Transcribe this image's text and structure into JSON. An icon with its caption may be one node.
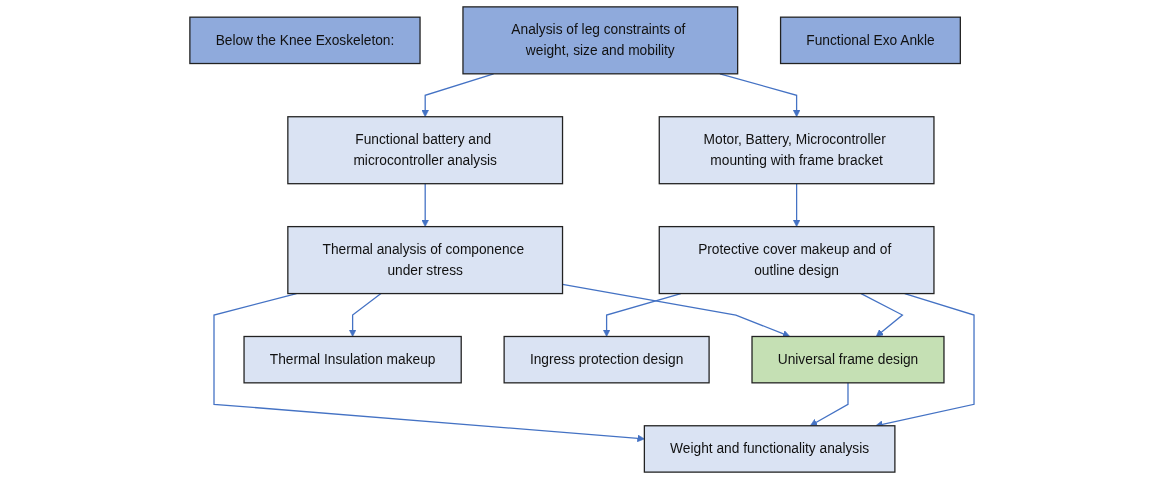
{
  "diagram": {
    "nodes": [
      {
        "text": [
          "Below the Knee Exoskeleton:"
        ]
      },
      {
        "text": [
          "Analysis of leg constraints of weight, size and mobility"
        ]
      },
      {
        "text": [
          "Functional battery and microcontroller analysis"
        ]
      },
      {
        "text": [
          "Motor, Battery, Microcontroller mounting with frame bracket"
        ]
      },
      {
        "text": [
          "Thermal analysis of componence under stress"
        ]
      },
      {
        "text": [
          "Universal frame design"
        ]
      },
      {
        "text": [
          "Protective cover makeup and of outline design"
        ]
      },
      {
        "text": [
          "Thermal Insulation makeup"
        ]
      },
      {
        "text": [
          "Weight and functionality analysis"
        ]
      },
      {
        "text": [
          "Ingress protection design"
        ]
      },
      {
        "text": [
          "Functional Exo Ankle"
        ]
      }
    ],
    "edges": [
      {
        "from": 1,
        "to": 2,
        "arrow": "to"
      },
      {
        "from": 1,
        "to": 3,
        "arrow": "to"
      },
      {
        "from": 2,
        "to": 4,
        "arrow": "to"
      },
      {
        "from": 3,
        "to": 6,
        "arrow": "to"
      },
      {
        "from": 4,
        "to": 5,
        "arrow": "to"
      },
      {
        "from": 6,
        "to": 5,
        "arrow": "to"
      },
      {
        "from": 4,
        "to": 7,
        "arrow": "to"
      },
      {
        "from": 4,
        "to": 8,
        "arrow": "to"
      },
      {
        "from": 5,
        "to": 8,
        "arrow": "to"
      },
      {
        "from": 6,
        "to": 8,
        "arrow": "to"
      },
      {
        "from": 6,
        "to": 9,
        "arrow": "to"
      }
    ]
  }
}
